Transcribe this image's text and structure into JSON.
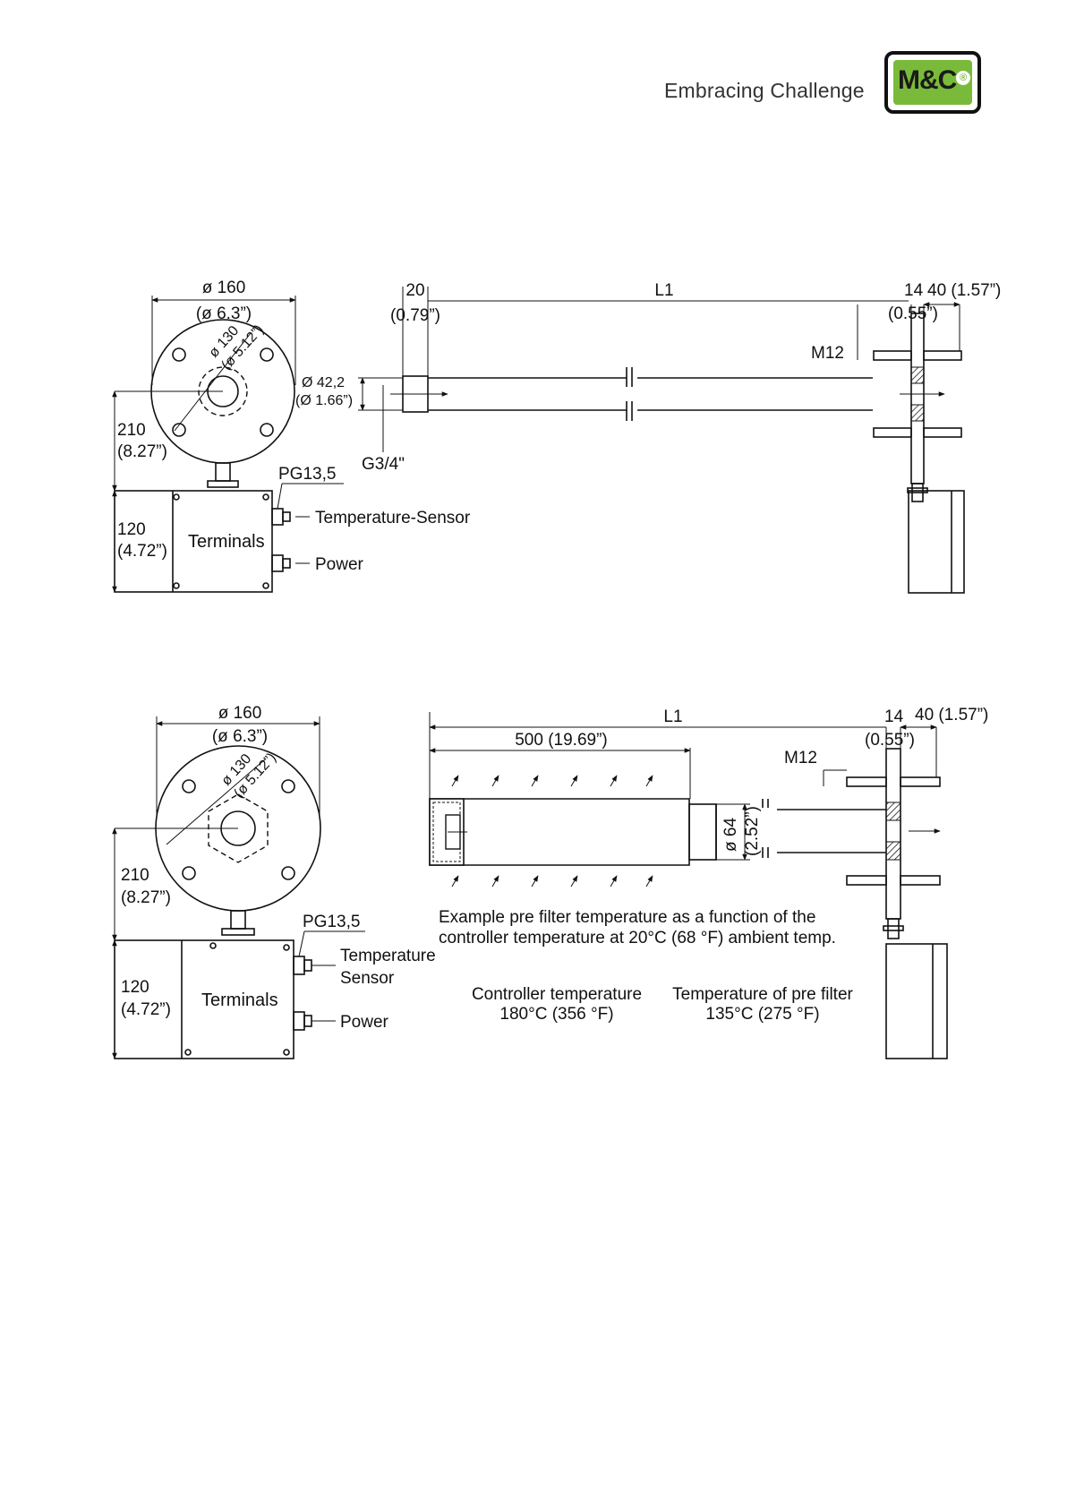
{
  "header": {
    "tagline": "Embracing Challenge",
    "logo_text": "M&C",
    "logo_registered": "®",
    "logo_color": "#7aba3a"
  },
  "drawing1": {
    "side_diameter": "ø 160",
    "side_diameter_in": "(ø 6.3”)",
    "bolt_circle": "ø 130",
    "bolt_circle_in": "(ø 5.12”)",
    "height_210": "210",
    "height_210_in": "(8.27”)",
    "height_120": "120",
    "height_120_in": "(4.72”)",
    "terminals": "Terminals",
    "pg": "PG13,5",
    "temp_sensor": "Temperature-Sensor",
    "power": "Power",
    "dim_20": "20",
    "dim_20_in": "(0.79”)",
    "dim_L1": "L1",
    "dim_14": "14",
    "dim_14_in": "(0.55”)",
    "dim_40": "40 (1.57”)",
    "m12": "M12",
    "tube_dia": "Ø 42,2",
    "tube_dia_in": "(Ø 1.66”)",
    "thread": "G3/4\""
  },
  "drawing2": {
    "side_diameter": "ø 160",
    "side_diameter_in": "(ø 6.3”)",
    "bolt_circle": "ø 130",
    "bolt_circle_in": "(ø 5.12”)",
    "height_210": "210",
    "height_210_in": "(8.27”)",
    "height_120": "120",
    "height_120_in": "(4.72”)",
    "terminals": "Terminals",
    "pg": "PG13,5",
    "temp_sensor_line1": "Temperature",
    "temp_sensor_line2": "Sensor",
    "power": "Power",
    "dim_L1": "L1",
    "dim_500": "500 (19.69”)",
    "dim_14": "14",
    "dim_14_in": "(0.55”)",
    "dim_40": "40 (1.57”)",
    "m12": "M12",
    "filter_dia": "ø 64",
    "filter_dia_in": "(2.52”)",
    "note_line1": "Example pre filter temperature as a function of the",
    "note_line2": "controller temperature at 20°C (68 °F) ambient temp.",
    "controller_label": "Controller temperature",
    "controller_value": "180°C (356 °F)",
    "prefilter_label": "Temperature of pre filter",
    "prefilter_value": "135°C (275 °F)"
  }
}
